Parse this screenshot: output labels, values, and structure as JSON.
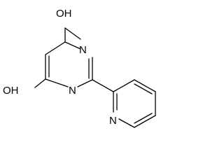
{
  "molecule": {
    "labels": {
      "oh_top": "OH",
      "oh_bottom": "OH",
      "n_pyrimidine_upper": "N",
      "n_pyrimidine_lower": "N",
      "n_pyridine": "N"
    }
  },
  "colors": {
    "bond": "#000000",
    "text": "#000000",
    "background": "#ffffff"
  }
}
